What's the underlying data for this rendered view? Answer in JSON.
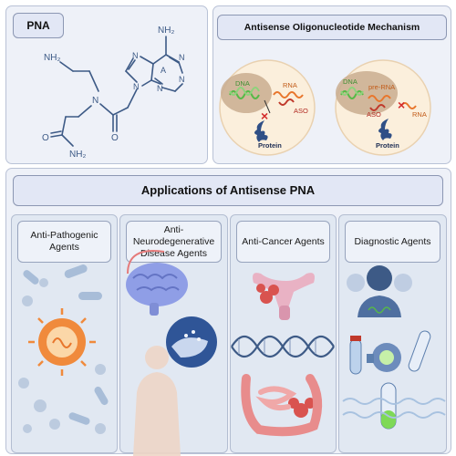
{
  "pna": {
    "title": "PNA",
    "molecule": {
      "nh2_top": "NH₂",
      "nh2_side": "NH₂",
      "n_backbone": "N",
      "o_left": "O",
      "o_right": "O",
      "nh2_bottom": "NH₂",
      "base_label": "A",
      "ring_n1": "N",
      "ring_n2": "N",
      "ring_n3": "N",
      "ring_n4": "N",
      "ring_n5": "N"
    }
  },
  "mechanism": {
    "title": "Antisense Oligonucleotide Mechanism",
    "left": {
      "dna": "DNA",
      "rna": "RNA",
      "aso": "ASO",
      "protein": "Protein"
    },
    "right": {
      "dna": "DNA",
      "pre_rna": "pre-RNA",
      "aso": "ASO",
      "rna": "RNA",
      "protein": "Protein"
    }
  },
  "applications": {
    "title": "Applications of Antisense PNA",
    "columns": [
      {
        "label": "Anti-Pathogenic Agents"
      },
      {
        "label": "Anti-Neurodegenerative Disease Agents"
      },
      {
        "label": "Anti-Cancer Agents"
      },
      {
        "label": "Diagnostic Agents"
      }
    ]
  },
  "colors": {
    "panel_bg": "#eef1f8",
    "structure": "#3d5a86",
    "dna_green": "#57b947",
    "rna_orange": "#e8762c",
    "aso_red": "#c0392b",
    "protein_blue": "#2f4f86"
  }
}
